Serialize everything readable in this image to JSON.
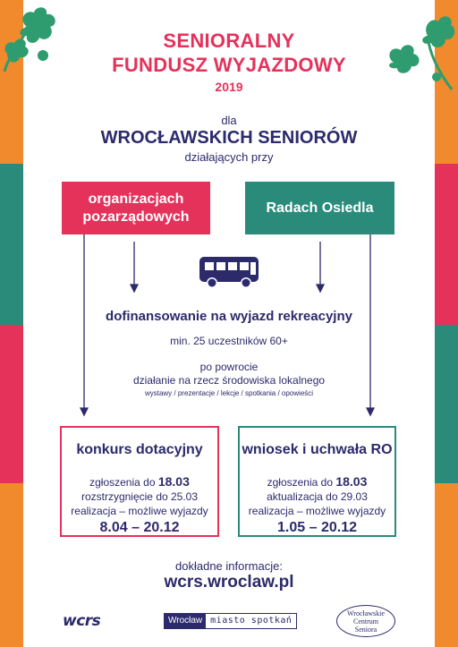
{
  "colors": {
    "pink": "#e5325b",
    "teal": "#2a8b7b",
    "orange": "#f08a2c",
    "navy": "#2c2a6b",
    "green": "#2e9c6e"
  },
  "header": {
    "title_line1": "SENIORALNY",
    "title_line2": "FUNDUSZ WYJAZDOWY",
    "year": "2019",
    "for": "dla",
    "audience": "WROCŁAWSKICH SENIORÓW",
    "operating_at": "działających przy"
  },
  "boxes": {
    "left": {
      "line1": "organizacjach",
      "line2": "pozarządowych"
    },
    "right": {
      "label": "Radach Osiedla"
    }
  },
  "middle": {
    "bus_icon": "bus-icon",
    "headline": "dofinansowanie na wyjazd rekreacyjny",
    "min": "min. 25 uczestników 60+",
    "after_line1": "po powrocie",
    "after_line2": "działanie na rzecz środowiska lokalnego",
    "after_small": "wystawy / prezentacje / lekcje / spotkania / opowieści"
  },
  "cards": {
    "left": {
      "title": "konkurs dotacyjny",
      "line1_prefix": "zgłoszenia do ",
      "line1_date": "18.03",
      "line2": "rozstrzygnięcie do 25.03",
      "line3": "realizacja – możliwe wyjazdy",
      "dates": "8.04 – 20.12"
    },
    "right": {
      "title": "wniosek i uchwała RO",
      "line1_prefix": "zgłoszenia do ",
      "line1_date": "18.03",
      "line2": "aktualizacja do 29.03",
      "line3": "realizacja – możliwe wyjazdy",
      "dates": "1.05 – 20.12"
    }
  },
  "footer": {
    "info": "dokładne informacje:",
    "url": "wcrs.wroclaw.pl",
    "logos": {
      "wcrs": "wcrs",
      "wroclaw_a": "Wrocław",
      "wroclaw_b": "miasto spotkań",
      "wcs_1": "Wrocławskie",
      "wcs_2": "Centrum",
      "wcs_3": "Seniora"
    }
  }
}
